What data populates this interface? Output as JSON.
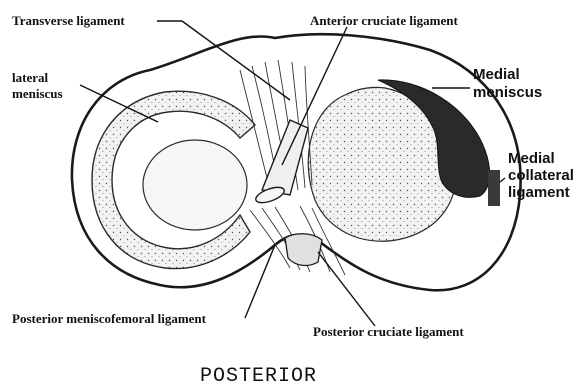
{
  "figure": {
    "labels": {
      "transverse_ligament": "Transverse ligament",
      "anterior_cruciate_ligament": "Anterior cruciate ligament",
      "lateral_meniscus_line1": "lateral",
      "lateral_meniscus_line2": "meniscus",
      "medial_meniscus_line1": "Medial",
      "medial_meniscus_line2": "meniscus",
      "medial_collateral_line1": "Medial",
      "medial_collateral_line2": "collateral",
      "medial_collateral_line3": "ligament",
      "posterior_meniscofemoral_ligament": "Posterior meniscofemoral ligament",
      "posterior_cruciate_ligament": "Posterior cruciate ligament"
    },
    "caption": "POSTERIOR",
    "colors": {
      "ink": "#111111",
      "paper": "#ffffff",
      "meniscus_fill": "#2a2a2a",
      "texture": "#e9e9e9"
    }
  }
}
